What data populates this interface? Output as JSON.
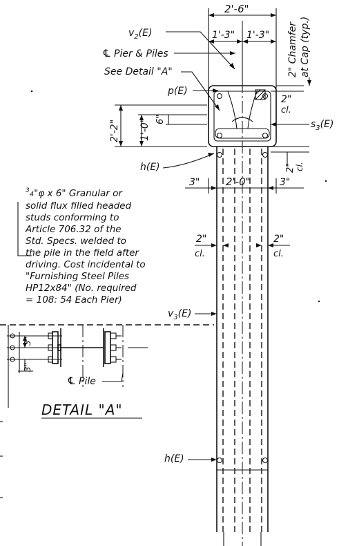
{
  "labels": {
    "dim_total_width": "2'-6\"",
    "dim_left_half": "1'-3\"",
    "dim_right_half": "1'-3\"",
    "chamfer_line1": "2\" Chamfer",
    "chamfer_line2": "at Cap (typ.)",
    "v2": "v",
    "v2_sub": "2",
    "v2_suffix": "(E)",
    "pier_piles": "Pier & Piles",
    "see_detail": "See Detail \"A\"",
    "p_label": "p(E)",
    "clear_top_val": "2\"",
    "clear_top_unit": "cl.",
    "s3": "s",
    "s3_sub": "3",
    "s3_suffix": "(E)",
    "dim_cap_height": "2'-2\"",
    "dim_1_0": "1'-0\"",
    "dim_6": "6\"",
    "h_label_top": "h(E)",
    "clear_bot_val": "2\"",
    "clear_bot_unit": "cl.",
    "dim_3_left": "3\"",
    "dim_2_0": "2'-0\"",
    "dim_3_right": "3\"",
    "clear_left_val": "2\"",
    "clear_left_unit": "cl.",
    "clear_right_val": "2\"",
    "clear_right_unit": "cl.",
    "v3": "v",
    "v3_sub": "3",
    "v3_suffix": "(E)",
    "h_label_bottom": "h(E)",
    "pile_cl": "Pile",
    "detail_title": "DETAIL \"A\"",
    "detail_dim_top": "3\"",
    "detail_dim_bottom": "3\""
  },
  "stud_note": {
    "first_line_size": "3",
    "first_line_fraction": "4",
    "first_line_rest": "\"φ x 6\" Granular or",
    "lines": [
      "solid flux filled headed",
      "studs conforming to",
      "Article 706.32 of the",
      "Std. Specs. welded to",
      "the pile in the field after",
      "driving. Cost incidental to",
      "\"Furnishing Steel Piles",
      "HP12x84\" (No. required",
      "= 108: 54 Each Pier)"
    ]
  }
}
